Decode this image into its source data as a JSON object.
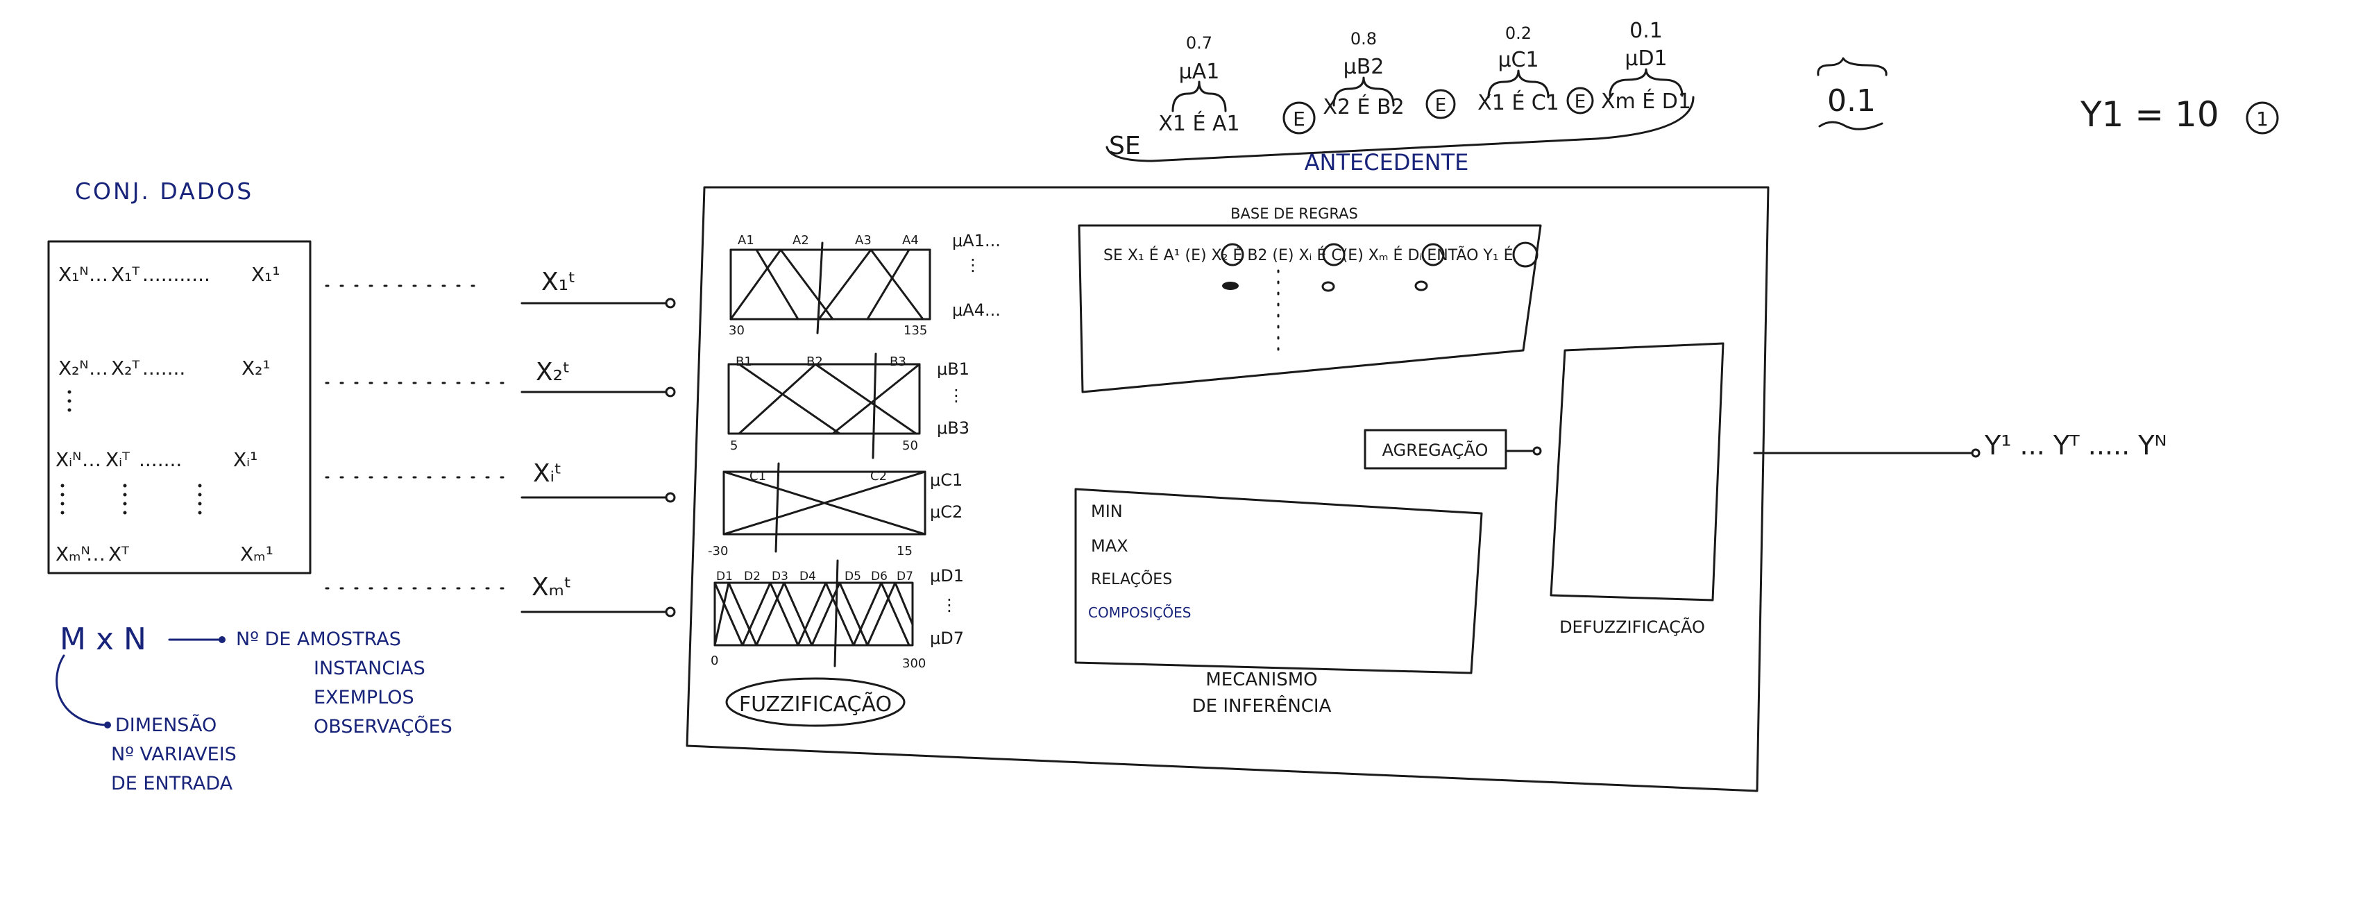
{
  "colors": {
    "ink_black": "#1a1a1a",
    "ink_blue": "#18237a",
    "paper": "#ffffff"
  },
  "dataset": {
    "title": "CONJ. DADOS",
    "rows": [
      {
        "first": "X₁ᴺ",
        "mid": "X₁ᵀ",
        "last": "X₁¹"
      },
      {
        "first": "X₂ᴺ",
        "mid": "X₂ᵀ",
        "last": "X₂¹"
      },
      {
        "first": "Xᵢᴺ",
        "mid": "Xᵢᵀ",
        "last": "Xᵢ¹"
      },
      {
        "first": "Xₘᴺ",
        "mid": "Xᵀ",
        "last": "Xₘ¹"
      }
    ]
  },
  "inputs": [
    "X₁ᵗ",
    "X₂ᵗ",
    "Xᵢᵗ",
    "Xₘᵗ"
  ],
  "dimension": {
    "label": "M x N",
    "samples": [
      "Nº DE AMOSTRAS",
      "INSTANCIAS",
      "EXEMPLOS",
      "OBSERVAÇÕES"
    ],
    "dims": [
      "DIMENSÃO",
      "Nº VARIAVEIS",
      "DE ENTRADA"
    ]
  },
  "fuzzification": {
    "label": "FUZZIFICAÇÃO",
    "panel1": {
      "sets": [
        "A1",
        "A2",
        "A3",
        "A4"
      ],
      "xmin": "30",
      "xmax": "135",
      "mu_top": "μA1...",
      "mu_bottom": "μA4..."
    },
    "panel2": {
      "sets": [
        "B1",
        "B2",
        "B3"
      ],
      "xmin": "5",
      "xmax": "50",
      "mu_top": "μB1",
      "mu_bottom": "μB3"
    },
    "panel3": {
      "sets": [
        "C1",
        "C2"
      ],
      "xmin": "-30",
      "xmax": "15",
      "mu_top": "μC1",
      "mu_bottom": "μC2"
    },
    "panel4": {
      "sets": [
        "D1",
        "D2",
        "D3",
        "D4",
        "D5",
        "D6",
        "D7"
      ],
      "xmin": "0",
      "xmax": "300",
      "mu_top": "μD1",
      "mu_bottom": "μD7"
    }
  },
  "rule_base": {
    "title": "BASE DE REGRAS",
    "rule": "SE  X₁ É A¹ (E) X₂ É B2 (E) Xᵢ É C(E) Xₘ É Dᵢ ENTÃO Y₁ É"
  },
  "aggregation": {
    "label": "AGREGAÇÃO"
  },
  "inference": {
    "items": [
      "MIN",
      "MAX",
      "RELAÇÕES",
      "COMPOSIÇÕES"
    ],
    "caption_line1": "MECANISMO",
    "caption_line2": "DE INFERÊNCIA"
  },
  "defuzzification": {
    "label": "DEFUZZIFICAÇÃO"
  },
  "outputs": {
    "label": "Y¹ ... Yᵀ ..... Yᴺ"
  },
  "antecedent": {
    "prefix": "SE",
    "terms": [
      {
        "value": "0.7",
        "mu": "μA1",
        "text": "X1 É A1",
        "conn": "E"
      },
      {
        "value": "0.8",
        "mu": "μB2",
        "text": "X2 É B2",
        "conn": "E"
      },
      {
        "value": "0.2",
        "mu": "μC1",
        "text": "X1 É C1",
        "conn": "E"
      },
      {
        "value": "0.1",
        "mu": "μD1",
        "text": "Xm É D1",
        "conn": ""
      }
    ],
    "label": "ANTECEDENTE",
    "result": "0.1"
  },
  "output_example": {
    "text": "Y1 = 10",
    "marker": "1"
  }
}
